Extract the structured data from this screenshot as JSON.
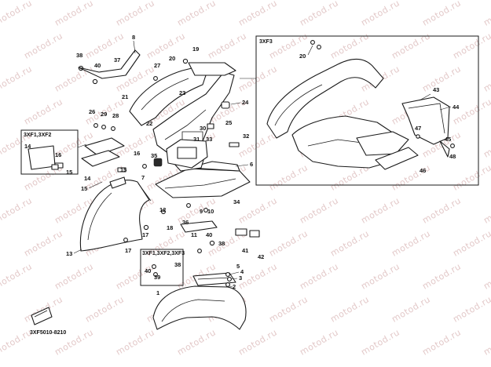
{
  "watermark": "motod.ru",
  "diagram_code": "3XF5010-8210",
  "box_labels": {
    "right_inset": "3XF3",
    "left_inset": "3XF1,3XF2",
    "bottom_inset": "3XF1,3XF2,3XF3"
  },
  "callouts": {
    "c1": "1",
    "c2": "2",
    "c3": "3",
    "c4": "4",
    "c5": "5",
    "c6": "6",
    "c7": "7",
    "c8": "8",
    "c9": "9",
    "c10": "10",
    "c11": "11",
    "c12": "12",
    "c13": "13",
    "c14a": "14",
    "c14b": "14",
    "c15a": "15",
    "c15b": "15",
    "c15c": "15",
    "c16": "16",
    "c17a": "17",
    "c17b": "17",
    "c18": "18",
    "c19": "19",
    "c20a": "20",
    "c20b": "20",
    "c21": "21",
    "c22": "22",
    "c23": "23",
    "c24": "24",
    "c25": "25",
    "c26": "26",
    "c27": "27",
    "c28": "28",
    "c29": "29",
    "c30": "30",
    "c31": "31",
    "c32": "32",
    "c33": "33",
    "c34": "34",
    "c35": "35",
    "c36": "36",
    "c37": "37",
    "c38a": "38",
    "c38b": "38",
    "c38c": "38",
    "c39": "39",
    "c40a": "40",
    "c40b": "40",
    "c40c": "40",
    "c41": "41",
    "c42": "42",
    "c43": "43",
    "c44": "44",
    "c45": "45",
    "c46": "46",
    "c47": "47",
    "c48": "48"
  }
}
